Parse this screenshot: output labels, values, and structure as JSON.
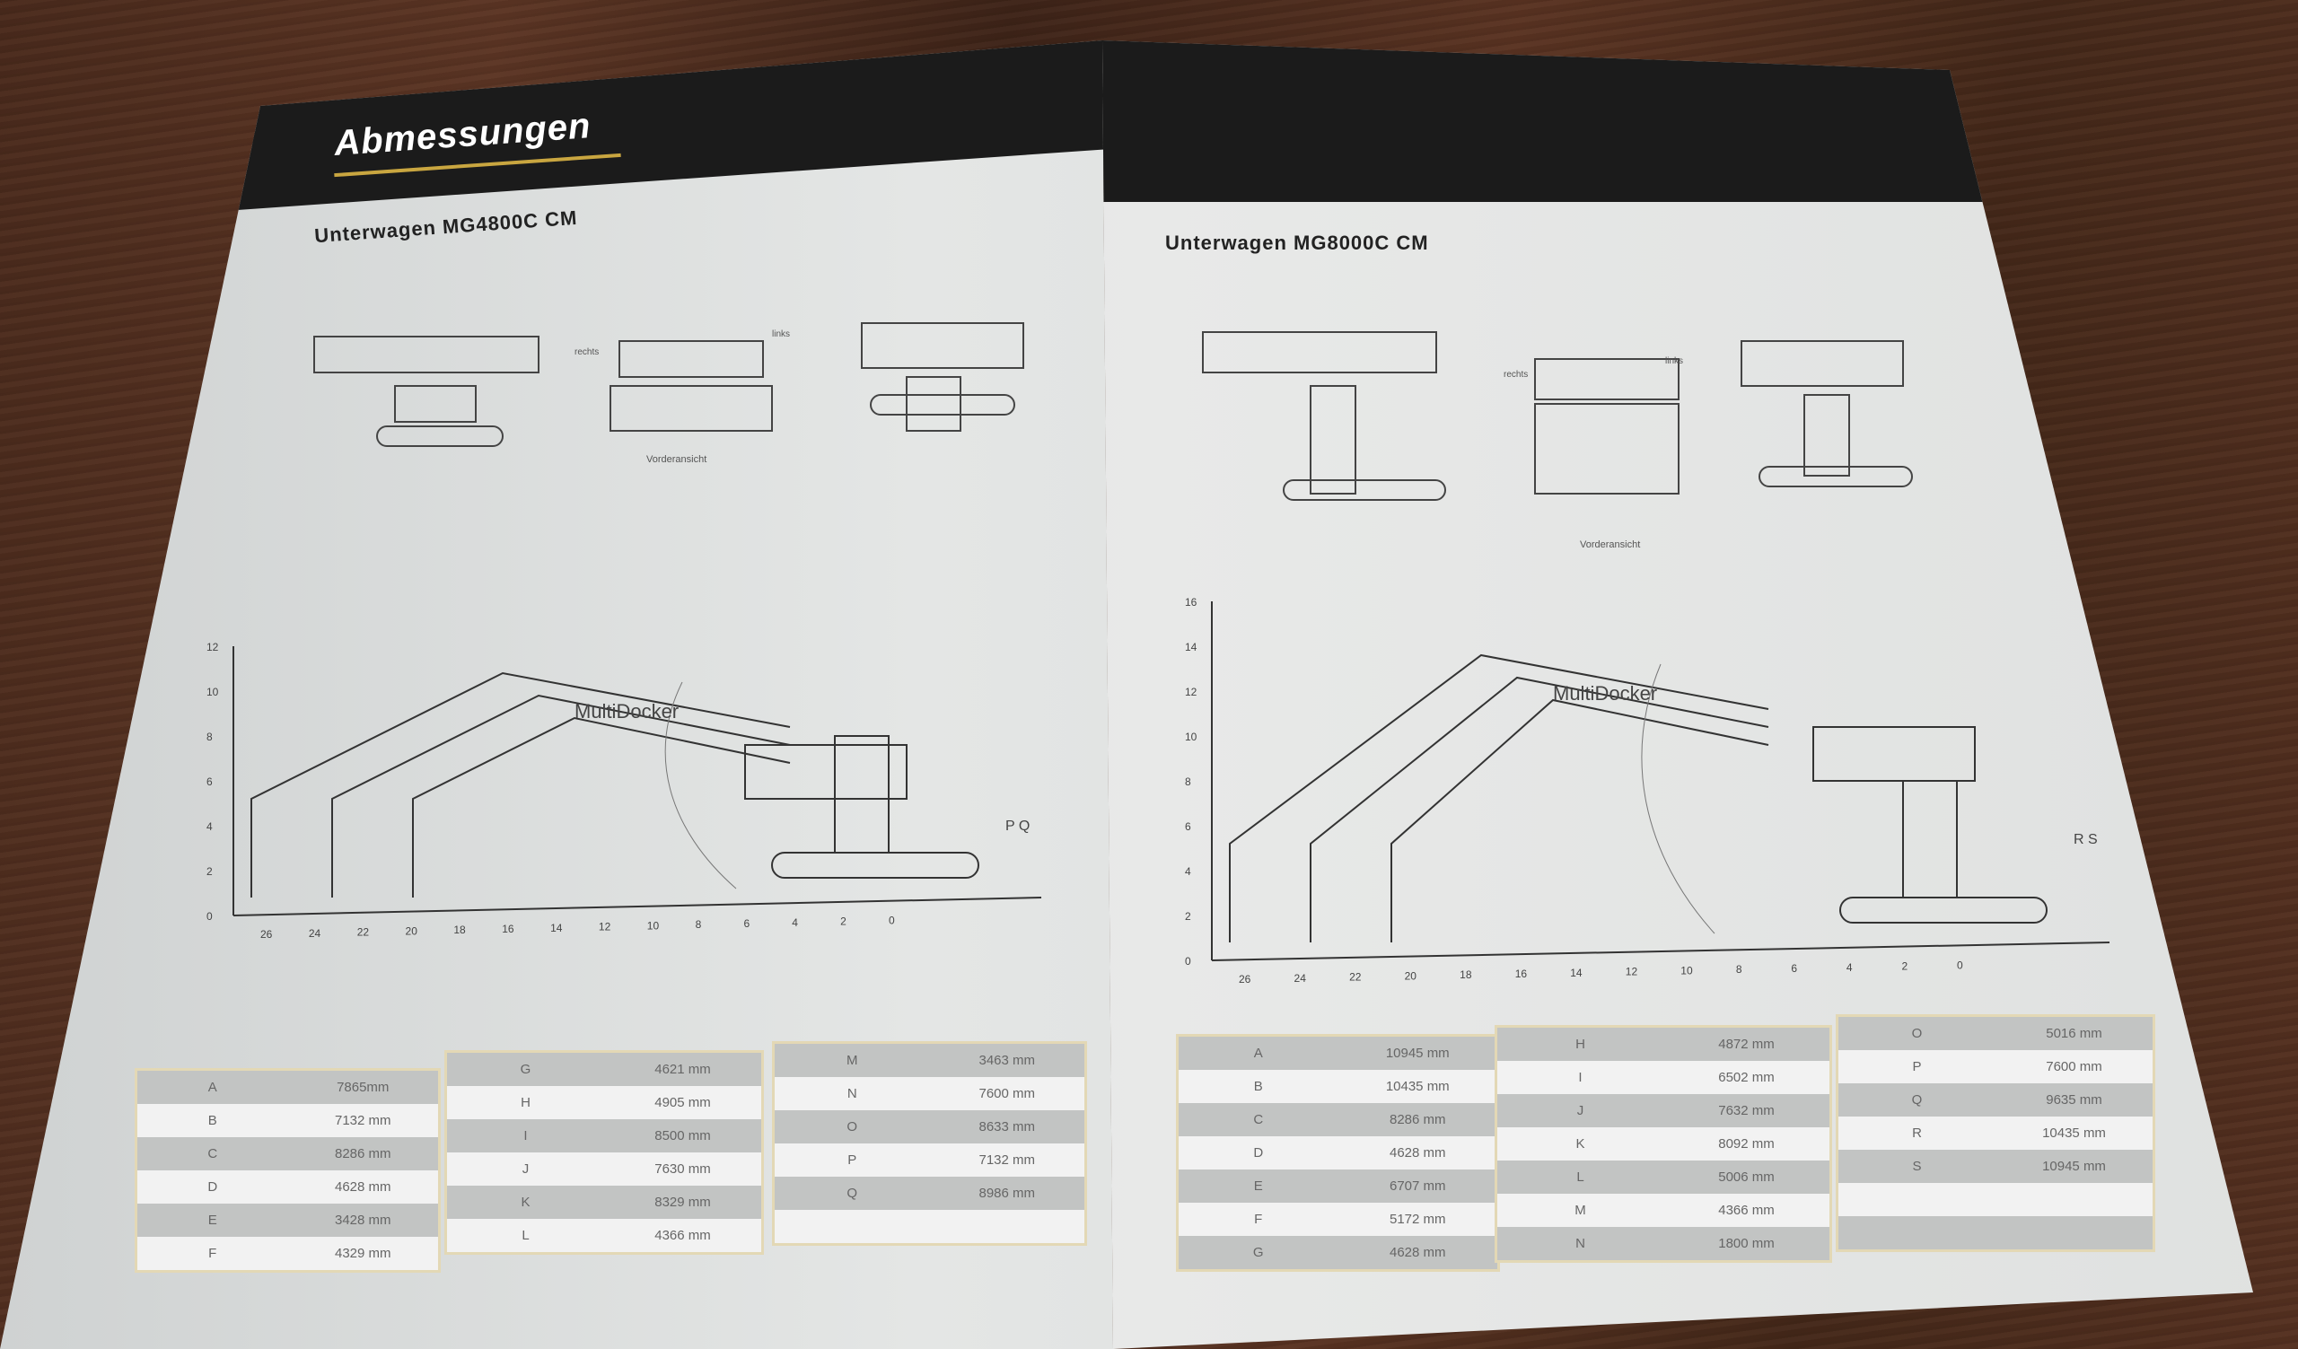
{
  "left_page": {
    "header": "Abmessungen",
    "subtitle": "Unterwagen MG4800C CM",
    "view_labels": {
      "front_view": "Vorderansicht",
      "left": "rechts",
      "right": "links"
    },
    "chart": {
      "y_ticks": [
        "0",
        "2",
        "4",
        "6",
        "8",
        "10",
        "12"
      ],
      "x_ticks": [
        "26",
        "24",
        "22",
        "20",
        "18",
        "16",
        "14",
        "12",
        "10",
        "8",
        "6",
        "4",
        "2",
        "0"
      ],
      "side_label": "P Q",
      "brand": "MultiDocker"
    },
    "tables": [
      [
        [
          "A",
          "7865mm"
        ],
        [
          "B",
          "7132 mm"
        ],
        [
          "C",
          "8286 mm"
        ],
        [
          "D",
          "4628 mm"
        ],
        [
          "E",
          "3428 mm"
        ],
        [
          "F",
          "4329 mm"
        ]
      ],
      [
        [
          "G",
          "4621 mm"
        ],
        [
          "H",
          "4905 mm"
        ],
        [
          "I",
          "8500 mm"
        ],
        [
          "J",
          "7630 mm"
        ],
        [
          "K",
          "8329 mm"
        ],
        [
          "L",
          "4366 mm"
        ]
      ],
      [
        [
          "M",
          "3463 mm"
        ],
        [
          "N",
          "7600 mm"
        ],
        [
          "O",
          "8633 mm"
        ],
        [
          "P",
          "7132 mm"
        ],
        [
          "Q",
          "8986 mm"
        ],
        [
          "",
          ""
        ]
      ]
    ]
  },
  "right_page": {
    "subtitle": "Unterwagen MG8000C CM",
    "view_labels": {
      "front_view": "Vorderansicht",
      "left": "rechts",
      "right": "links"
    },
    "chart": {
      "y_ticks": [
        "0",
        "2",
        "4",
        "6",
        "8",
        "10",
        "12",
        "14",
        "16"
      ],
      "x_ticks": [
        "26",
        "24",
        "22",
        "20",
        "18",
        "16",
        "14",
        "12",
        "10",
        "8",
        "6",
        "4",
        "2",
        "0"
      ],
      "side_label": "R S",
      "brand": "MultiDocker"
    },
    "tables": [
      [
        [
          "A",
          "10945 mm"
        ],
        [
          "B",
          "10435 mm"
        ],
        [
          "C",
          "8286 mm"
        ],
        [
          "D",
          "4628 mm"
        ],
        [
          "E",
          "6707 mm"
        ],
        [
          "F",
          "5172 mm"
        ],
        [
          "G",
          "4628 mm"
        ]
      ],
      [
        [
          "H",
          "4872 mm"
        ],
        [
          "I",
          "6502 mm"
        ],
        [
          "J",
          "7632 mm"
        ],
        [
          "K",
          "8092 mm"
        ],
        [
          "L",
          "5006 mm"
        ],
        [
          "M",
          "4366 mm"
        ],
        [
          "N",
          "1800 mm"
        ]
      ],
      [
        [
          "O",
          "5016 mm"
        ],
        [
          "P",
          "7600 mm"
        ],
        [
          "Q",
          "9635 mm"
        ],
        [
          "R",
          "10435 mm"
        ],
        [
          "S",
          "10945 mm"
        ],
        [
          "",
          ""
        ],
        [
          "",
          ""
        ]
      ]
    ]
  }
}
